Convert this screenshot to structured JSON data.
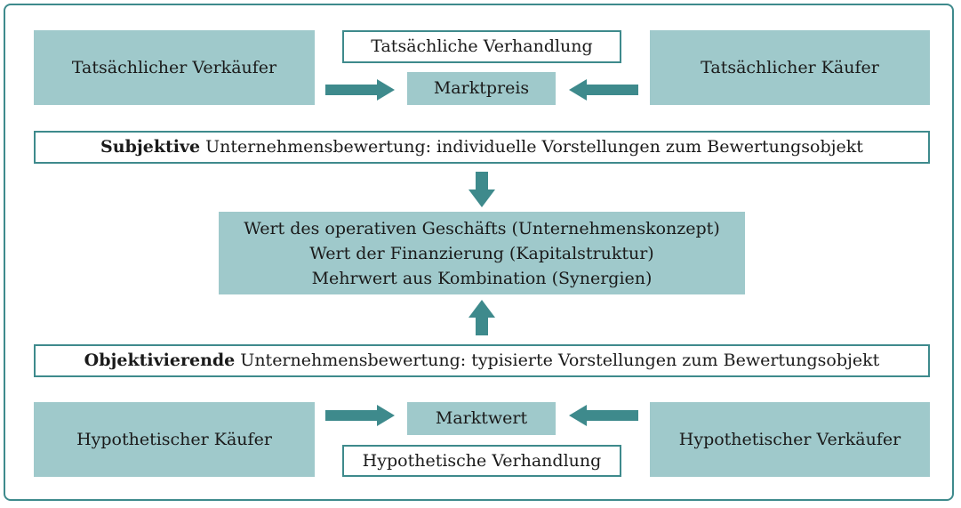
{
  "colors": {
    "frame": "#3e8a8c",
    "fill": "#9fc9cb",
    "arrow": "#3e8a8c"
  },
  "top": {
    "seller": "Tatsächlicher Verkäufer",
    "negotiation": "Tatsächliche Verhandlung",
    "price": "Marktpreis",
    "buyer": "Tatsächlicher Käufer"
  },
  "subjective": {
    "bold": "Subjektive",
    "rest": " Unternehmensbewertung: individuelle Vorstellungen zum Bewertungsobjekt"
  },
  "center": {
    "line1": "Wert des operativen Geschäfts (Unternehmenskonzept)",
    "line2": "Wert der Finanzierung (Kapitalstruktur)",
    "line3": "Mehrwert aus Kombination (Synergien)"
  },
  "objective": {
    "bold": "Objektivierende",
    "rest": " Unternehmensbewertung: typisierte Vorstellungen zum Bewertungsobjekt"
  },
  "bottom": {
    "buyer": "Hypothetischer Käufer",
    "value": "Marktwert",
    "negotiation": "Hypothetische Verhandlung",
    "seller": "Hypothetischer Verkäufer"
  }
}
